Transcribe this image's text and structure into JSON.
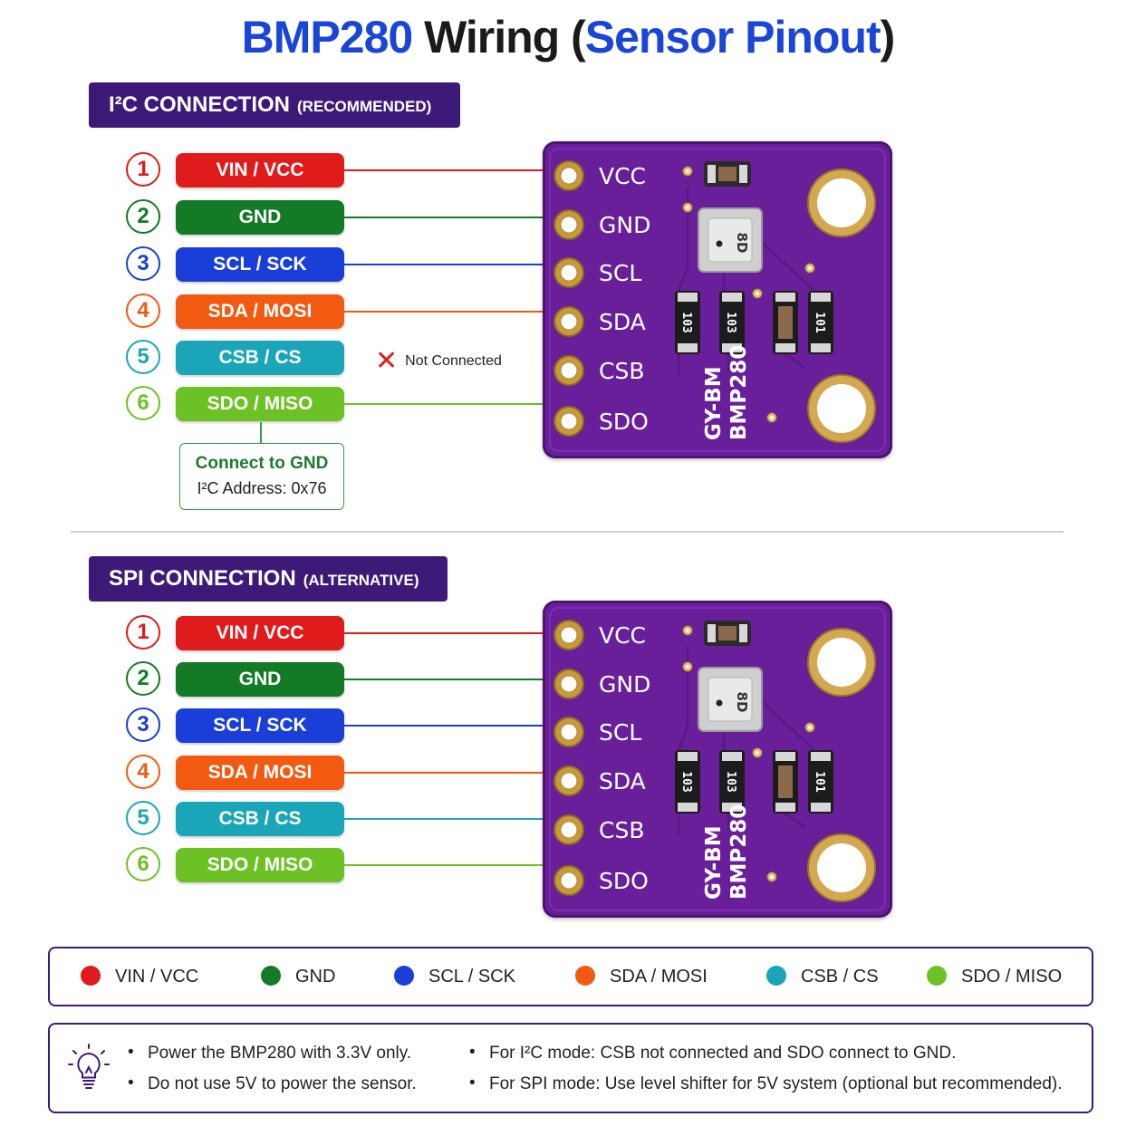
{
  "title": {
    "part1": "BMP280",
    "part2": "Wiring (",
    "part3": "Sensor Pinout",
    "part4": ")"
  },
  "i2c": {
    "header": "I²C CONNECTION",
    "header_sub": "(RECOMMENDED)",
    "rows": [
      {
        "num": "1",
        "label": "VIN / VCC",
        "color": "#e01b1b"
      },
      {
        "num": "2",
        "label": "GND",
        "color": "#137a25"
      },
      {
        "num": "3",
        "label": "SCL / SCK",
        "color": "#1a3fd8"
      },
      {
        "num": "4",
        "label": "SDA / MOSI",
        "color": "#f25a12"
      },
      {
        "num": "5",
        "label": "CSB / CS",
        "color": "#1aa6b8"
      },
      {
        "num": "6",
        "label": "SDO / MISO",
        "color": "#6cc224"
      }
    ],
    "not_connected": "Not Connected",
    "note_title": "Connect to GND",
    "note_text": "I²C Address: 0x76"
  },
  "spi": {
    "header": "SPI CONNECTION",
    "header_sub": "(ALTERNATIVE)",
    "rows": [
      {
        "num": "1",
        "label": "VIN / VCC",
        "color": "#e01b1b"
      },
      {
        "num": "2",
        "label": "GND",
        "color": "#137a25"
      },
      {
        "num": "3",
        "label": "SCL / SCK",
        "color": "#1a3fd8"
      },
      {
        "num": "4",
        "label": "SDA / MOSI",
        "color": "#f25a12"
      },
      {
        "num": "5",
        "label": "CSB / CS",
        "color": "#1aa6b8"
      },
      {
        "num": "6",
        "label": "SDO / MISO",
        "color": "#6cc224"
      }
    ]
  },
  "board": {
    "pins": [
      "VCC",
      "GND",
      "SCL",
      "SDA",
      "CSB",
      "SDO"
    ],
    "silk1": "GY-BM",
    "silk2": "BMP280",
    "resistor": "103",
    "resistor_alt": "101"
  },
  "legend": [
    {
      "label": "VIN / VCC",
      "color": "#e01b1b"
    },
    {
      "label": "GND",
      "color": "#137a25"
    },
    {
      "label": "SCL / SCK",
      "color": "#1a3fd8"
    },
    {
      "label": "SDA / MOSI",
      "color": "#f25a12"
    },
    {
      "label": "CSB / CS",
      "color": "#1aa6b8"
    },
    {
      "label": "SDO / MISO",
      "color": "#6cc224"
    }
  ],
  "tips": {
    "icon": "lightbulb-icon",
    "t1": "Power the BMP280 with 3.3V only.",
    "t2": "Do not use 5V to power the sensor.",
    "t3": "For I²C mode: CSB not connected and SDO connect to GND.",
    "t4": "For SPI mode: Use level shifter for 5V system (optional but recommended)."
  }
}
